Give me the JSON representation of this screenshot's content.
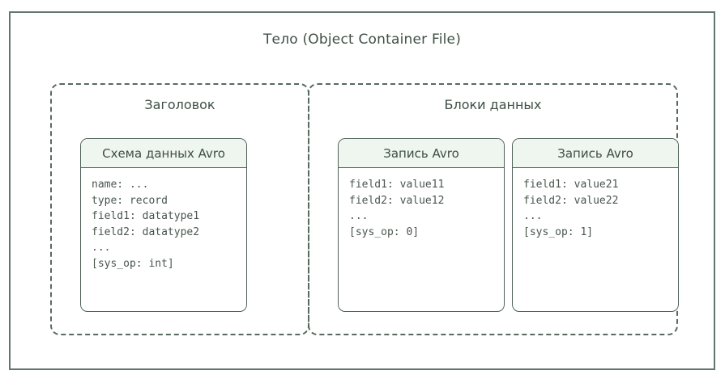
{
  "diagram": {
    "title": "Тело (Object Container File)",
    "colors": {
      "frame_border": "#63766b",
      "group_border": "#576a5e",
      "card_border": "#4f6257",
      "card_head_fill": "#eff5ef",
      "title_text": "#3e4f45",
      "code_text": "#4a554d",
      "background": "#ffffff"
    },
    "groups": [
      {
        "name": "header",
        "title": "Заголовок",
        "cards": [
          {
            "name": "avro-schema",
            "head": "Схема данных Avro",
            "lines": [
              "name: ...",
              "type: record",
              "field1: datatype1",
              "field2: datatype2",
              "...",
              "[sys_op: int]"
            ]
          }
        ]
      },
      {
        "name": "data-blocks",
        "title": "Блоки данных",
        "cards": [
          {
            "name": "avro-record-1",
            "head": "Запись Avro",
            "lines": [
              "field1: value11",
              "field2: value12",
              "...",
              "[sys_op: 0]"
            ]
          },
          {
            "name": "avro-record-2",
            "head": "Запись Avro",
            "lines": [
              "field1: value21",
              "field2: value22",
              "...",
              "[sys_op: 1]"
            ]
          }
        ]
      }
    ]
  }
}
